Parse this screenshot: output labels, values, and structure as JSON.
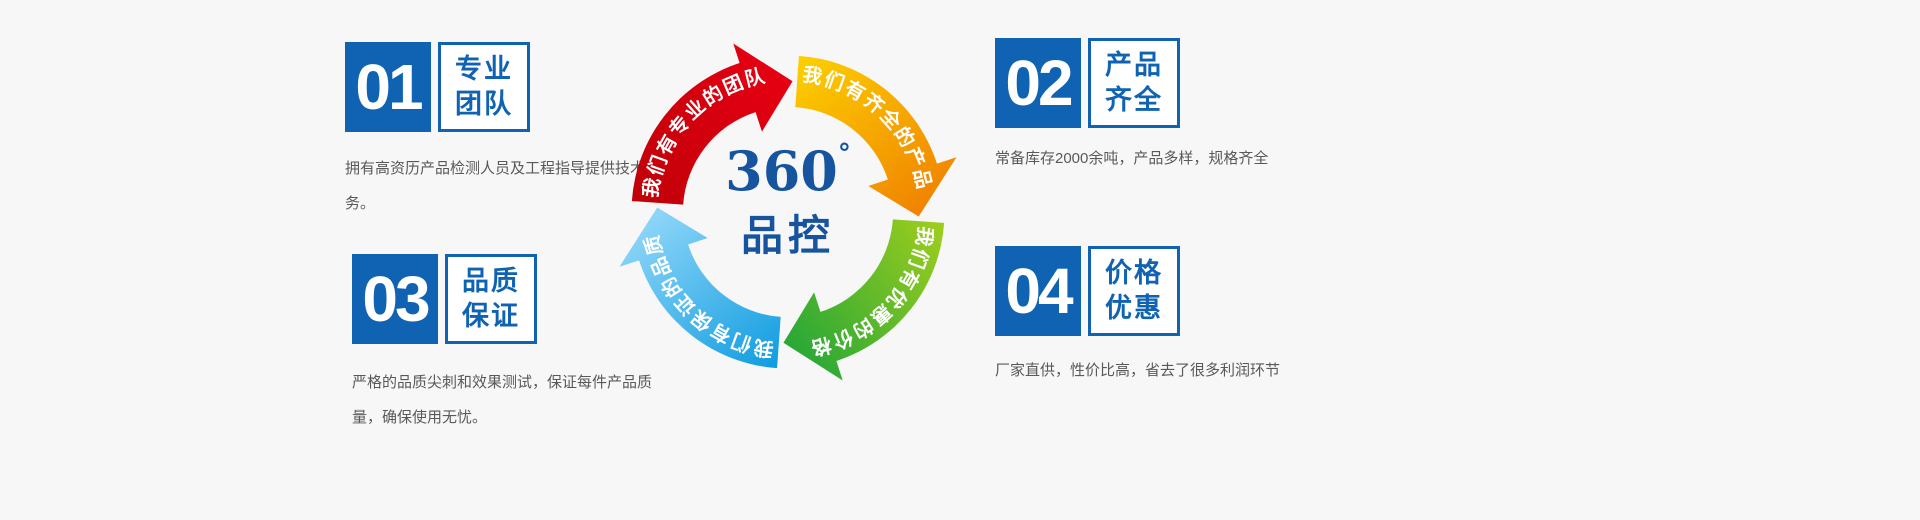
{
  "colors": {
    "accent_blue": "#1063b2",
    "center_blue": "#17549f",
    "background": "#f7f7f7",
    "desc_text": "#595959"
  },
  "features": [
    {
      "number": "01",
      "title_line1": "专业",
      "title_line2": "团队",
      "desc": "拥有高资历产品检测人员及工程指导提供技术服务。"
    },
    {
      "number": "02",
      "title_line1": "产品",
      "title_line2": "齐全",
      "desc": "常备库存2000余吨，产品多样，规格齐全"
    },
    {
      "number": "03",
      "title_line1": "品质",
      "title_line2": "保证",
      "desc": "严格的品质尖刺和效果测试，保证每件产品质量，确保使用无忧。"
    },
    {
      "number": "04",
      "title_line1": "价格",
      "title_line2": "优惠",
      "desc": "厂家直供，性价比高，省去了很多利润环节"
    }
  ],
  "diagram": {
    "center_number": "360",
    "center_degree": "°",
    "center_label": "品控",
    "arrows": [
      {
        "id": "team",
        "label": "我们有专业的团队",
        "color_start": "#bf0008",
        "color_end": "#e60012"
      },
      {
        "id": "products",
        "label": "我们有齐全的产品",
        "color_start": "#fdd000",
        "color_end": "#f08300"
      },
      {
        "id": "price",
        "label": "我们有优惠的价格",
        "color_start": "#9fce1d",
        "color_end": "#27a737"
      },
      {
        "id": "quality",
        "label": "我们有保证的品质",
        "color_start": "#0f9ce0",
        "color_end": "#8fd6f8"
      }
    ]
  }
}
